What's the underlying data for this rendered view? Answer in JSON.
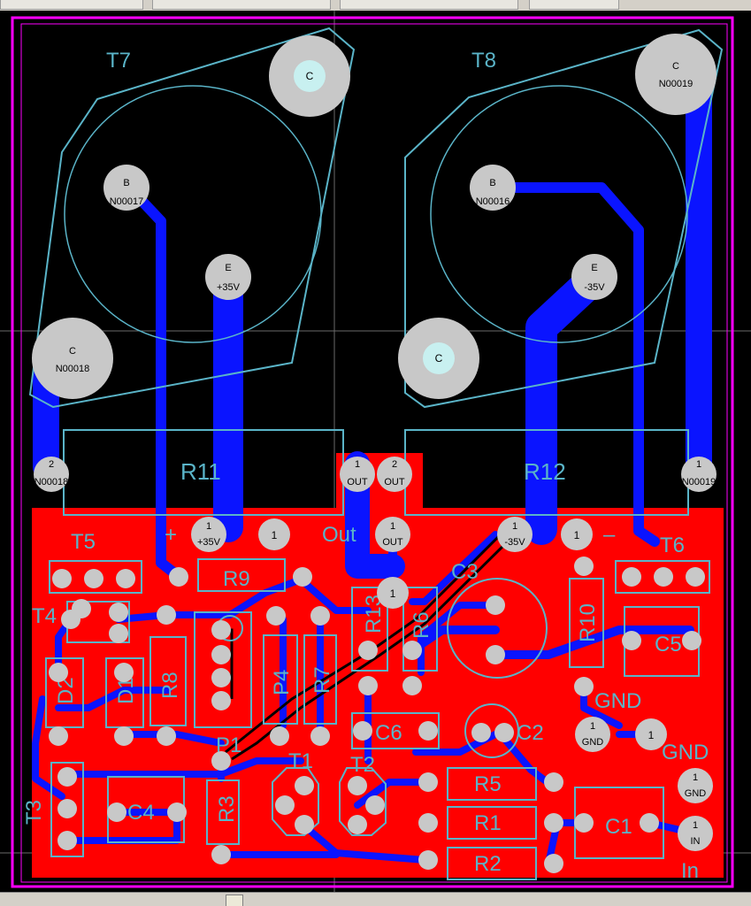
{
  "colors": {
    "background": "#000000",
    "board_outline": "#ff00ff",
    "bottom_copper": "#ff0000",
    "top_copper": "#0a14ff",
    "silkscreen": "#5ab4c8",
    "pads": "#c8c8c8",
    "hole": "#c8f0f0",
    "window": "#d4d0c8"
  },
  "silk_labels": {
    "t7": "T7",
    "t8": "T8",
    "r11": "R11",
    "r12": "R12",
    "t5": "T5",
    "t6": "T6",
    "t4": "T4",
    "t3": "T3",
    "r9": "R9",
    "r13": "R13",
    "r6": "R6",
    "r10": "R10",
    "r8": "R8",
    "d1": "D1",
    "d2": "D2",
    "p4": "P4",
    "r7": "R7",
    "c3": "C3",
    "c5": "C5",
    "c6": "C6",
    "c2": "C2",
    "c4": "C4",
    "c1": "C1",
    "r5": "R5",
    "r1": "R1",
    "r2": "R2",
    "r3": "R3",
    "p1": "P1",
    "t1": "T1",
    "t2": "T2",
    "plus": "+",
    "minus": "–",
    "out": "Out",
    "gnd1": "GND",
    "gnd2": "GND",
    "in": "In"
  },
  "pads": {
    "t7_c_top": [
      "C",
      ""
    ],
    "t7_b": [
      "B",
      "N00017"
    ],
    "t7_e": [
      "E",
      "+35V"
    ],
    "t7_c_bottom": [
      "C",
      "N00018"
    ],
    "t8_c_top": [
      "C",
      "N00019"
    ],
    "t8_b": [
      "B",
      "N00016"
    ],
    "t8_e": [
      "E",
      "-35V"
    ],
    "t8_c_bottom": [
      "C",
      ""
    ],
    "r11_p2": [
      "2",
      "N00018"
    ],
    "r11_p1": [
      "1",
      "OUT"
    ],
    "r12_p2": [
      "2",
      "OUT"
    ],
    "r12_p1": [
      "1",
      "N00019"
    ],
    "p35v": [
      "1",
      "+35V"
    ],
    "m35v": [
      "1",
      "-35V"
    ],
    "out_pad": [
      "1",
      "OUT"
    ],
    "gnd_pad": [
      "1",
      "GND"
    ],
    "gnd_pad2": [
      "1",
      "GND"
    ],
    "in_pad": [
      "1",
      "IN"
    ],
    "one": "1"
  }
}
